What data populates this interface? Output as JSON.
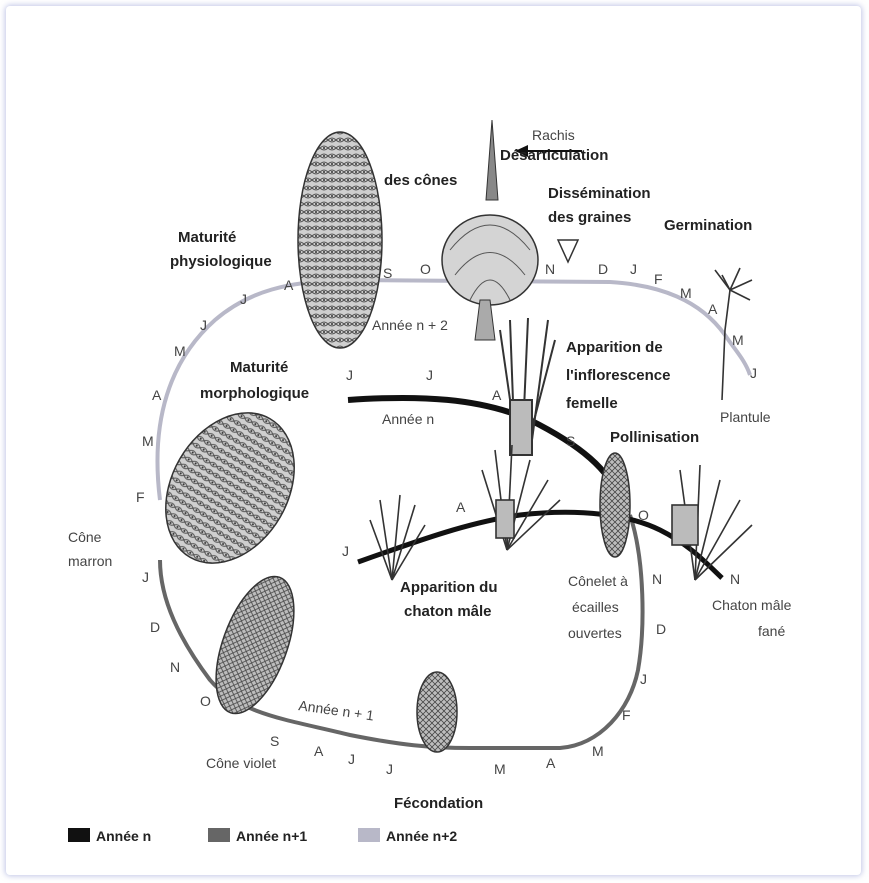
{
  "labels": {
    "rachis": "Rachis",
    "desarticulation_1": "Désarticulation",
    "desarticulation_2": "des cônes",
    "dissemination_1": "Dissémination",
    "dissemination_2": "des graines",
    "germination": "Germination",
    "maturite_phys_1": "Maturité",
    "maturite_phys_2": "physiologique",
    "maturite_morph_1": "Maturité",
    "maturite_morph_2": "morphologique",
    "apparition_inflo_1": "Apparition de",
    "apparition_inflo_2": "l'inflorescence",
    "apparition_inflo_3": "femelle",
    "pollinisation": "Pollinisation",
    "plantule": "Plantule",
    "cone_marron_1": "Cône",
    "cone_marron_2": "marron",
    "apparition_chaton_1": "Apparition du",
    "apparition_chaton_2": "chaton mâle",
    "conelet_1": "Cônelet à",
    "conelet_2": "écailles",
    "conelet_3": "ouvertes",
    "chaton_fane_1": "Chaton mâle",
    "chaton_fane_2": "fané",
    "cone_violet": "Cône violet",
    "fecondation": "Fécondation",
    "annee_n": "Année n",
    "annee_n1": "Année n + 1",
    "annee_n2": "Année n + 2"
  },
  "months": {
    "top_S": "S",
    "top_O": "O",
    "top_N": "N",
    "top_D": "D",
    "top_J": "J",
    "top_F": "F",
    "top_M": "M",
    "right_A": "A",
    "right_M": "M",
    "right_J": "J",
    "upper_A": "A",
    "upper_J1": "J",
    "upper_J2": "J",
    "upper_M": "M",
    "upper_A2": "A",
    "upper_M2": "M",
    "left_F": "F",
    "left_J": "J",
    "left_D": "D",
    "left_N": "N",
    "left_O": "O",
    "bottom_S": "S",
    "bottom_A": "A",
    "bottom_J1": "J",
    "bottom_J2": "J",
    "bottom_M": "M",
    "bottom_A2": "A",
    "bottom_M2": "M",
    "rightlow_F": "F",
    "rightlow_J": "J",
    "rightlow_D": "D",
    "inner_J1": "J",
    "inner_J2": "J",
    "inner_A": "A",
    "inner_S": "S",
    "inner_O": "O",
    "inner_N": "N",
    "male_J": "J",
    "male_A": "A",
    "male_N": "N"
  },
  "legend": {
    "items": [
      {
        "label": "Année n",
        "color": "#111111"
      },
      {
        "label": "Année n+1",
        "color": "#666666"
      },
      {
        "label": "Année n+2",
        "color": "#b8b8c8"
      }
    ]
  },
  "colors": {
    "year_n": "#111111",
    "year_n1": "#666666",
    "year_n2": "#b8b8c8"
  }
}
